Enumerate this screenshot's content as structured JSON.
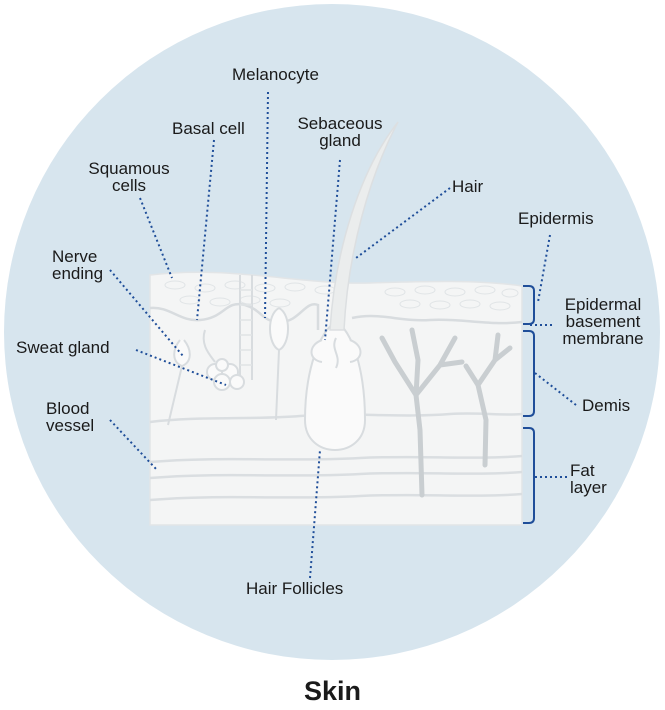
{
  "title": "Skin",
  "labels": {
    "melanocyte": "Melanocyte",
    "basal_cell": "Basal cell",
    "sebaceous_gland": "Sebaceous\ngland",
    "squamous_cells": "Squamous\ncells",
    "hair": "Hair",
    "epidermis": "Epidermis",
    "nerve_ending": "Nerve\nending",
    "epidermal_basement_membrane": "Epidermal\nbasement\nmembrane",
    "sweat_gland": "Sweat gland",
    "blood_vessel": "Blood\nvessel",
    "demis": "Demis",
    "fat_layer": "Fat\nlayer",
    "hair_follicles": "Hair Follicles"
  },
  "colors": {
    "background_circle": "#d7e5ee",
    "skin_fill": "#f4f5f5",
    "skin_stroke": "#dcdfe1",
    "leader_line": "#1f4e99",
    "bracket": "#1f4e99",
    "text": "#1a1a1a"
  }
}
